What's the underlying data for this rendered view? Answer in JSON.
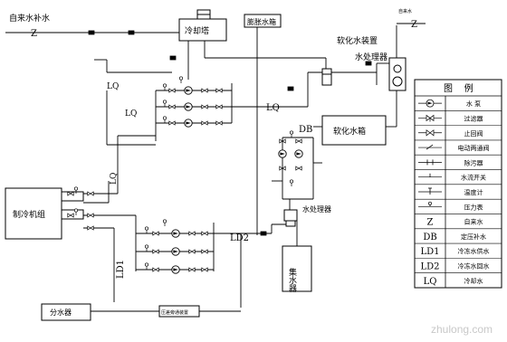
{
  "labels": {
    "tap_water_makeup": "自来水补水",
    "z_top_left": "Z",
    "cooling_tower": "冷却塔",
    "expansion_tank": "膨胀水箱",
    "softener_device": "软化水装置",
    "water_treater_top": "水处理器",
    "z_top_right": "Z",
    "z_top_right_small": "自来水",
    "lq_upper": "LQ",
    "lq_left": "LQ",
    "lq_mid": "LQ",
    "lq_vertical": "LQ",
    "db_label": "DB",
    "softened_tank": "软化水箱",
    "chiller": "制冷机组",
    "water_treater_mid": "水处理器",
    "ld2": "LD2",
    "ld1": "LD1",
    "collector": "集水器",
    "distributor": "分水器",
    "pressure_bypass": "压差旁通装置"
  },
  "legend": {
    "title": "图    例",
    "items": [
      {
        "symbol": "pump",
        "text": "水  泵"
      },
      {
        "symbol": "filter",
        "text": "过滤器"
      },
      {
        "symbol": "check-valve",
        "text": "止回阀"
      },
      {
        "symbol": "motorized-valve",
        "text": "电动两通阀"
      },
      {
        "symbol": "dirt-separator",
        "text": "除污器"
      },
      {
        "symbol": "flow-switch",
        "text": "水流开关"
      },
      {
        "symbol": "thermometer",
        "text": "温度计"
      },
      {
        "symbol": "pressure-gauge",
        "text": "压力表"
      },
      {
        "code": "Z",
        "text": "自来水"
      },
      {
        "code": "DB",
        "text": "定压补水"
      },
      {
        "code": "LD1",
        "text": "冷冻水供水"
      },
      {
        "code": "LD2",
        "text": "冷冻水回水"
      },
      {
        "code": "LQ",
        "text": "冷却水"
      }
    ]
  },
  "watermark": "zhulong.com"
}
